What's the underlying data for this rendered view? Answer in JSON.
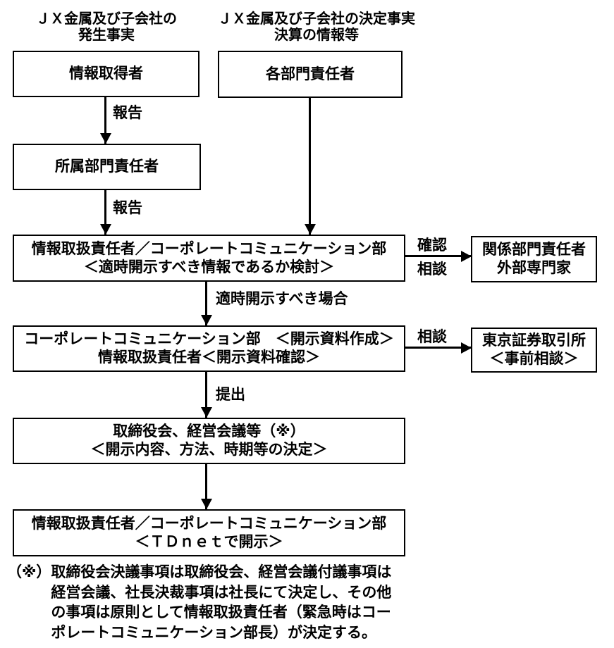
{
  "flow": {
    "colors": {
      "line": "#000000",
      "background": "#ffffff",
      "text": "#000000"
    },
    "headings": {
      "left": {
        "line1": "ＪＸ金属及び子会社の",
        "line2": "発生事実"
      },
      "right": {
        "line1": "ＪＸ金属及び子会社の決定事実",
        "line2": "決算の情報等"
      }
    },
    "boxes": {
      "acquirer": {
        "lines": [
          "情報取得者"
        ]
      },
      "dept_head": {
        "lines": [
          "各部門責任者"
        ]
      },
      "affiliated_head": {
        "lines": [
          "所属部門責任者"
        ]
      },
      "handler_review": {
        "lines": [
          "情報取扱責任者／コーポレートコミュニケーション部",
          "＜適時開示すべき情報であるか検討＞"
        ]
      },
      "cc_prepare": {
        "lines": [
          "コーポレートコミュニケーション部　＜開示資料作成＞",
          "情報取扱責任者＜開示資料確認＞"
        ]
      },
      "board": {
        "lines": [
          "取締役会、経営会議等（※）",
          "＜開示内容、方法、時期等の決定＞"
        ]
      },
      "tdnet": {
        "lines": [
          "情報取扱責任者／コーポレートコミュニケーション部",
          "＜ＴＤｎｅｔで開示＞"
        ]
      },
      "related_experts": {
        "lines": [
          "関係部門責任者",
          "外部専門家"
        ]
      },
      "tse": {
        "lines": [
          "東京証券取引所",
          "＜事前相談＞"
        ]
      }
    },
    "labels": {
      "report1": "報告",
      "report2": "報告",
      "timely_case": "適時開示すべき場合",
      "submit": "提出",
      "confirm": "確認",
      "consult1": "相談",
      "consult2": "相談"
    },
    "footnote": {
      "marker": "（※）",
      "lines": [
        "取締役会決議事項は取締役会、経営会議付議事項は",
        "経営会議、社長決裁事項は社長にて決定し、その他",
        "の事項は原則として情報取扱責任者（緊急時はコー",
        "ポレートコミュニケーション部長）が決定する。"
      ]
    }
  }
}
